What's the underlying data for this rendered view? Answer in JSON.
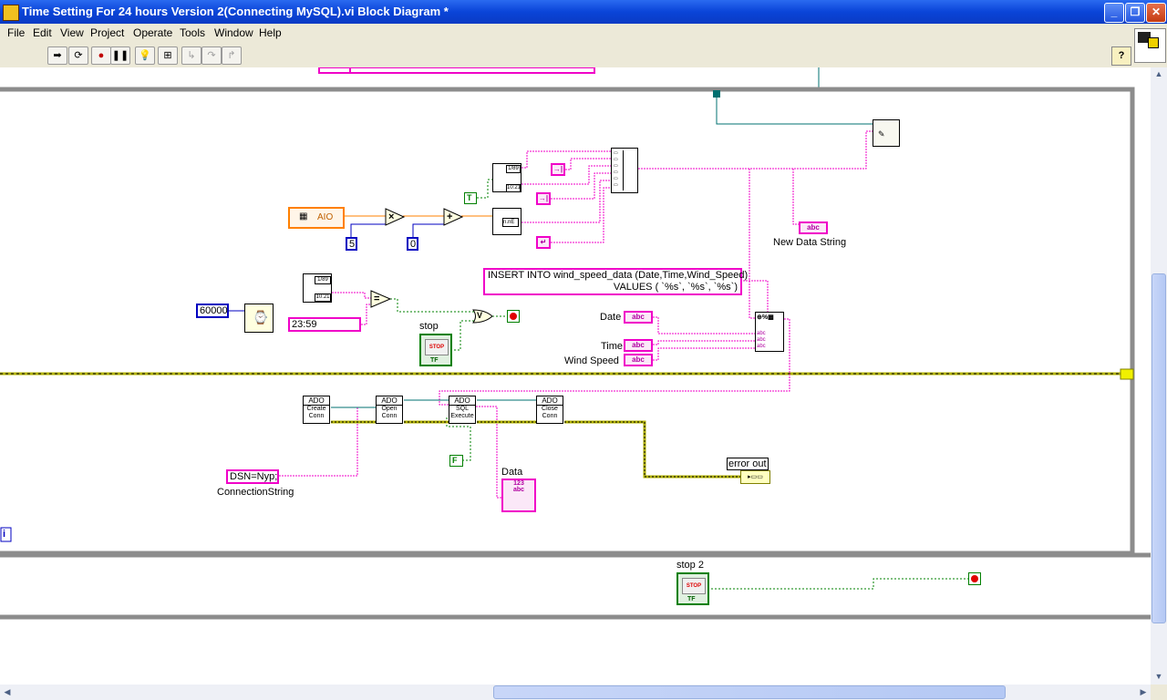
{
  "window": {
    "title": "Time Setting For 24 hours Version 2(Connecting MySQL).vi Block Diagram *"
  },
  "menu": [
    "File",
    "Edit",
    "View",
    "Project",
    "Operate",
    "Tools",
    "Window",
    "Help"
  ],
  "toolbar": {
    "icons": [
      "run-arrow-icon",
      "run-continuously-icon",
      "abort-icon",
      "pause-icon",
      "highlight-execution-icon",
      "retain-wire-values-icon",
      "step-into-icon",
      "step-over-icon",
      "step-out-icon"
    ],
    "help_label": "?"
  },
  "diagram": {
    "sql_string_line1": "INSERT INTO wind_speed_data (Date,Time,Wind_Speed)",
    "sql_string_line2": "VALUES ( `%s`, `%s`, `%s`)",
    "new_data_string_label": "New Data String",
    "const_5": "5",
    "const_0": "0",
    "const_60000": "60000",
    "const_time": "23:59",
    "stop_label": "stop",
    "stop2_label": "stop 2",
    "date_label": "Date",
    "time_label": "Time",
    "wind_speed_label": "Wind Speed",
    "ado_create": [
      "ADO",
      "Create",
      "Conn"
    ],
    "ado_open": [
      "ADO",
      "Open",
      "Conn"
    ],
    "ado_sql": [
      "ADO",
      "SQL",
      "Execute"
    ],
    "ado_close": [
      "ADO",
      "Close",
      "Conn"
    ],
    "dsn_value": "DSN=Nyp;",
    "connection_string_label": "ConnectionString",
    "error_out_label": "error out",
    "data_label": "Data",
    "bool_true": "T",
    "bool_false": "F",
    "aio_label": "AIO",
    "iteration_label": "i"
  },
  "colors": {
    "string_wire": "#f000c8",
    "numeric_wire": "#ff8000",
    "integer_wire": "#0000c0",
    "boolean_wire": "#008000",
    "error_wire": "#808000",
    "refnum_wire": "#007070",
    "structure_frame": "#8c8c8c"
  }
}
